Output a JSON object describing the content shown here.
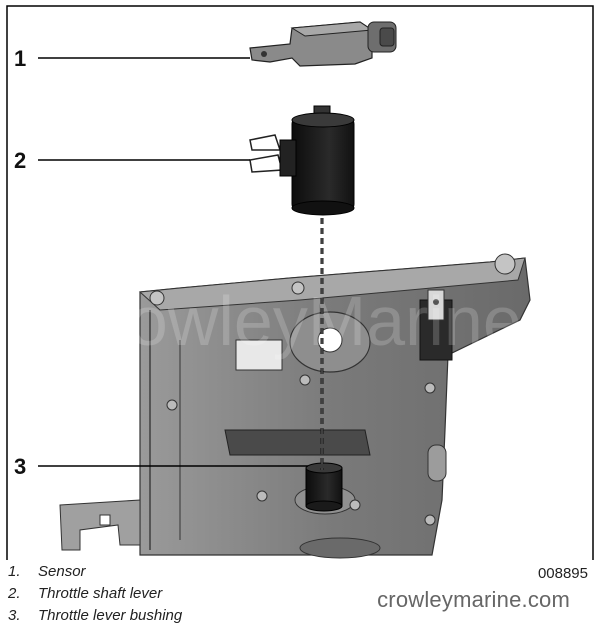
{
  "callouts": [
    "1",
    "2",
    "3"
  ],
  "legend": [
    {
      "num": "1.",
      "label": "Sensor"
    },
    {
      "num": "2.",
      "label": "Throttle shaft lever"
    },
    {
      "num": "3.",
      "label": "Throttle lever bushing"
    }
  ],
  "figure_number": "008895",
  "watermark": "CrowleyMarine",
  "site": "crowleymarine.com",
  "colors": {
    "part_dark": "#1c1c1c",
    "housing": "#7d7d7d",
    "housing_light": "#b4b4b4",
    "frame": "#000000"
  }
}
